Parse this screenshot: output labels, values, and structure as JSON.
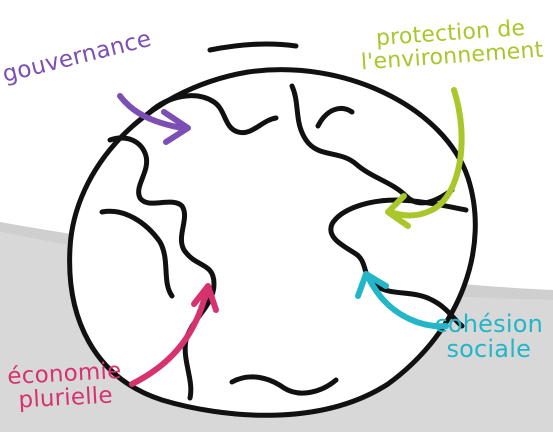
{
  "labels": {
    "gouvernance": "gouvernance",
    "protection_line1": "protection de",
    "protection_line2": "l'environnement",
    "cohesion_line1": "cohésion",
    "cohesion_line2": "sociale",
    "economie_line1": "économie",
    "economie_line2": "plurielle"
  },
  "colors": {
    "gouvernance": "#7b4fb4",
    "protection": "#a9c62a",
    "cohesion": "#22b6c8",
    "economie": "#d6336e",
    "outline": "#111111",
    "band": "#d8d8d8"
  }
}
